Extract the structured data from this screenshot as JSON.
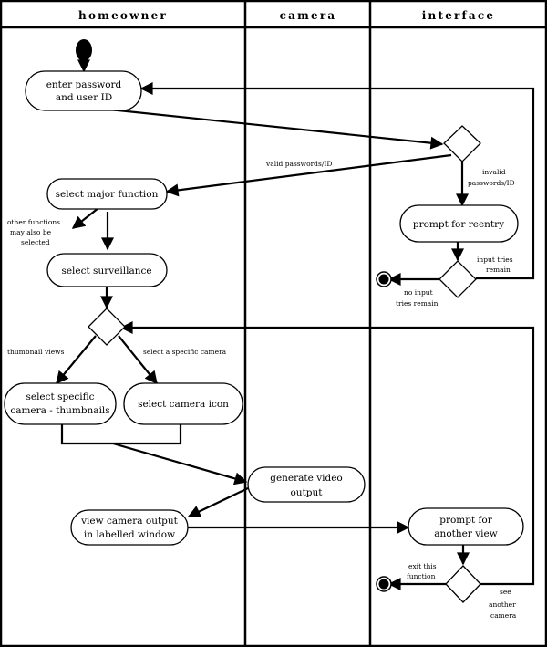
{
  "lanes": {
    "homeowner": "homeowner",
    "camera": "camera",
    "interface": "interface"
  },
  "nodes": {
    "enter_password_1": "enter password",
    "enter_password_2": "and user ID",
    "select_major_function": "select major function",
    "select_surveillance": "select surveillance",
    "select_specific_camera_1": "select specific",
    "select_specific_camera_2": "camera - thumbnails",
    "select_camera_icon": "select camera icon",
    "generate_video_1": "generate video",
    "generate_video_2": "output",
    "view_camera_output_1": "view camera output",
    "view_camera_output_2": "in labelled window",
    "prompt_reentry": "prompt for reentry",
    "prompt_another_view_1": "prompt for",
    "prompt_another_view_2": "another view"
  },
  "labels": {
    "valid_passwords": "valid passwords/ID",
    "invalid_passwords_1": "invalid",
    "invalid_passwords_2": "passwords/ID",
    "other_functions_1": "other functions",
    "other_functions_2": "may also be",
    "other_functions_3": "selected",
    "input_tries_1": "input tries",
    "input_tries_2": "remain",
    "no_input_1": "no input",
    "no_input_2": "tries remain",
    "thumbnail_views": "thumbnail views",
    "select_specific_camera": "select a specific camera",
    "exit_function_1": "exit this",
    "exit_function_2": "function",
    "see_another_1": "see",
    "see_another_2": "another",
    "see_another_3": "camera"
  }
}
